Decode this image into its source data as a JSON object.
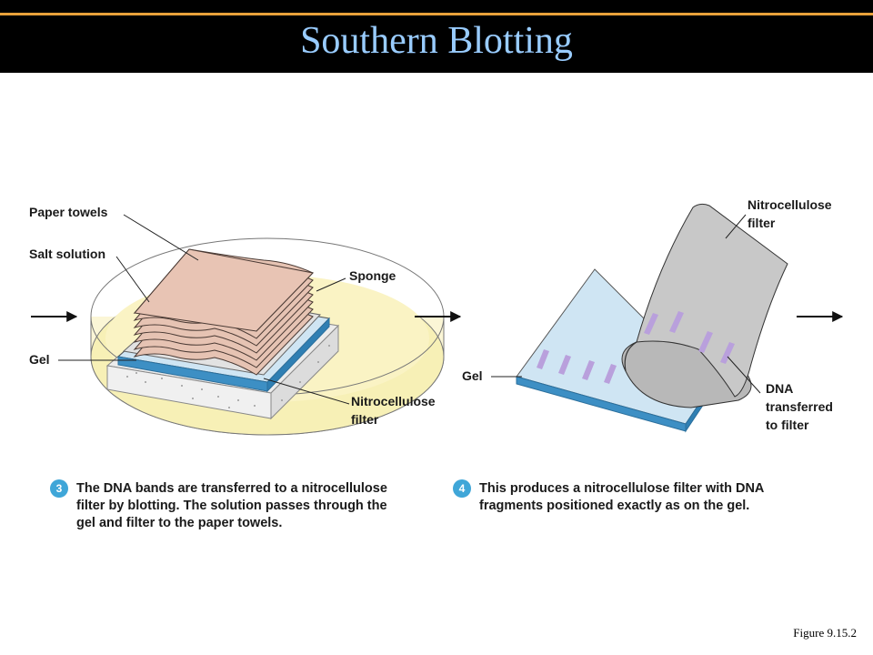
{
  "title": "Southern Blotting",
  "figure_ref": "Figure 9.15.2",
  "panel3": {
    "labels": {
      "paper_towels": "Paper towels",
      "salt_solution": "Salt solution",
      "sponge": "Sponge",
      "gel": "Gel",
      "filter_line1": "Nitrocellulose",
      "filter_line2": "filter"
    },
    "step_number": "3",
    "caption_lines": [
      "The DNA bands are transferred to a nitrocellulose",
      "filter by blotting. The solution passes through the",
      "gel and filter to the paper towels."
    ]
  },
  "panel4": {
    "labels": {
      "filter_line1": "Nitrocellulose",
      "filter_line2": "filter",
      "gel": "Gel",
      "dna_line1": "DNA",
      "dna_line2": "transferred",
      "dna_line3": "to filter"
    },
    "step_number": "4",
    "caption_lines": [
      "This produces a nitrocellulose filter with DNA",
      "fragments positioned exactly as on the gel."
    ]
  },
  "colors": {
    "title_text": "#99ccff",
    "title_rule": "#e8a13a",
    "paper_towels": "#e6c3b3",
    "gel": "#c9e2f2",
    "salt_solution": "#faf4c2",
    "filter": "#c8c8c8",
    "dna_bands": "#b9a0dc",
    "step_badge": "#3fa6d8"
  }
}
